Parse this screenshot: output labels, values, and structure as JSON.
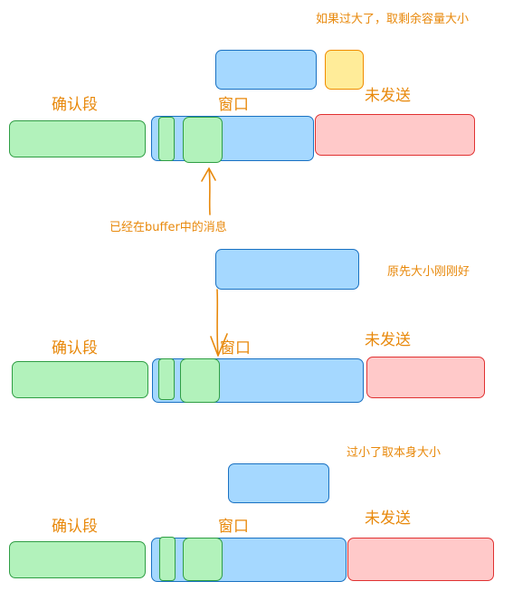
{
  "labels": {
    "confirmed_segment": "确认段",
    "window": "窗口",
    "unsent": "未发送",
    "in_buffer": "已经在buffer中的消息",
    "case_too_large": "如果过大了，取剩余容量大小",
    "case_just_right": "原先大小刚刚好",
    "case_too_small": "过小了取本身大小"
  },
  "colors": {
    "green_fill": "#b2f2bb",
    "blue_fill": "#a5d8ff",
    "red_fill": "#ffc9c9",
    "yellow_fill": "#ffec99",
    "annotation": "#e8890c"
  }
}
